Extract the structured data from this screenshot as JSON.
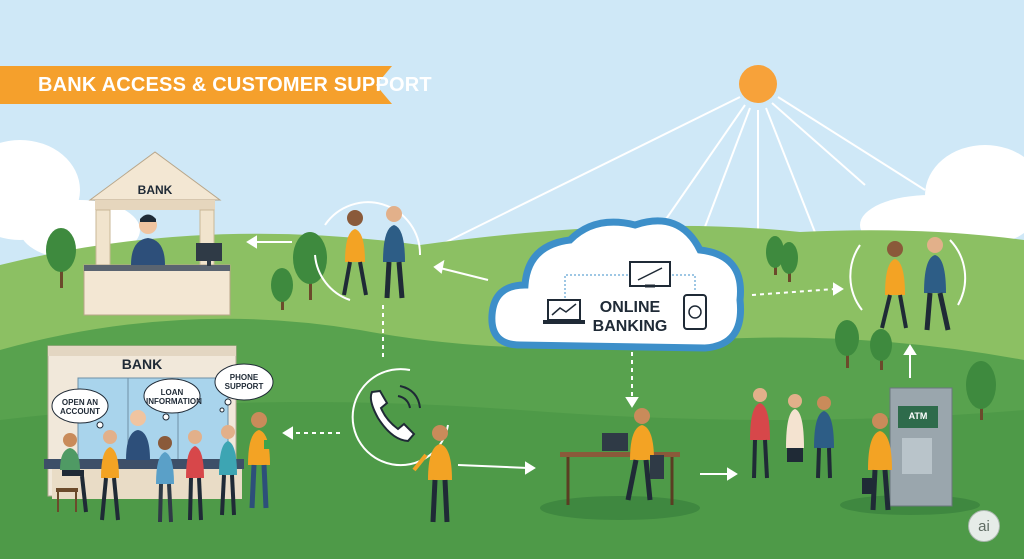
{
  "banner": {
    "title": "BANK ACCESS & CUSTOMER SUPPORT",
    "color": "#f5a02c"
  },
  "bank_top": {
    "sign": "BANK"
  },
  "bank_branch": {
    "sign": "BANK",
    "bubble_open": "OPEN AN ACCOUNT",
    "bubble_loan": "LOAN INFORMATION",
    "bubble_phone": "PHONE SUPPORT"
  },
  "cloud": {
    "line1": "ONLINE",
    "line2": "BANKING"
  },
  "atm": {
    "screen": "ATM"
  },
  "badge": {
    "label": "ai"
  },
  "colors": {
    "sky": "#cfe8f7",
    "hill_light": "#8cc063",
    "hill_dark": "#4e9a48",
    "sun": "#f7a23a",
    "cloud_border": "#3d8fc9",
    "person_orange": "#f3a324",
    "person_blue": "#2d5d86"
  }
}
